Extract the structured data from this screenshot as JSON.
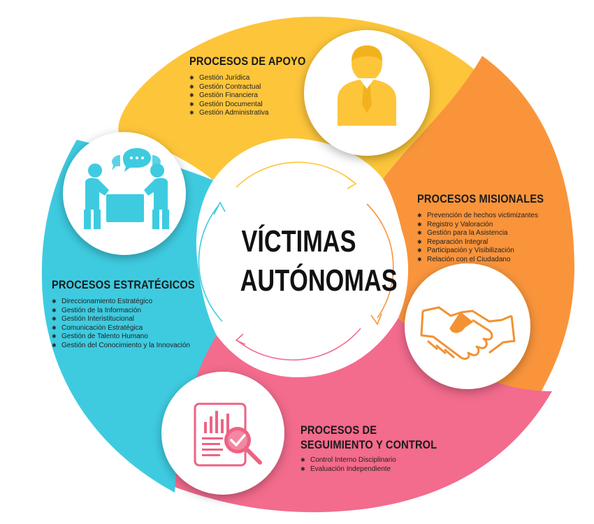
{
  "center": {
    "line1": "VÍCTIMAS",
    "line2": "AUTÓNOMAS"
  },
  "colors": {
    "apoyo": "#fdc53a",
    "misionales": "#f9943b",
    "seguimiento": "#f36b8d",
    "estrategicos": "#3ecbe0",
    "icon_orange": "#f29233",
    "icon_pink": "#ee6282"
  },
  "sections": {
    "apoyo": {
      "title": "PROCESOS DE APOYO",
      "icon": "businessman-icon",
      "items": [
        "Gestión Jurídica",
        "Gestión Contractual",
        "Gestión Financiera",
        "Gestión Documental",
        "Gestión Administrativa"
      ]
    },
    "misionales": {
      "title": "PROCESOS MISIONALES",
      "icon": "handshake-icon",
      "items": [
        "Prevención de hechos victimizantes",
        "Registro y Valoración",
        "Gestión para la Asistencia",
        "Reparación Integral",
        "Participación y Visibilización",
        "Relación con el Ciudadano"
      ]
    },
    "seguimiento": {
      "title_line1": "PROCESOS DE",
      "title_line2": "SEGUIMIENTO Y CONTROL",
      "icon": "report-check-icon",
      "items": [
        "Control Interno Disciplinario",
        "Evaluación Independiente"
      ]
    },
    "estrategicos": {
      "title": "PROCESOS ESTRATÉGICOS",
      "icon": "meeting-icon",
      "items": [
        "Direccionamiento Estratégico",
        "Gestión de la Información",
        "Gestión Interistitucional",
        "Comunicación Estratégica",
        "Gestión de Talento Humano",
        "Gestión del Conocimiento y la Innovación"
      ]
    }
  }
}
